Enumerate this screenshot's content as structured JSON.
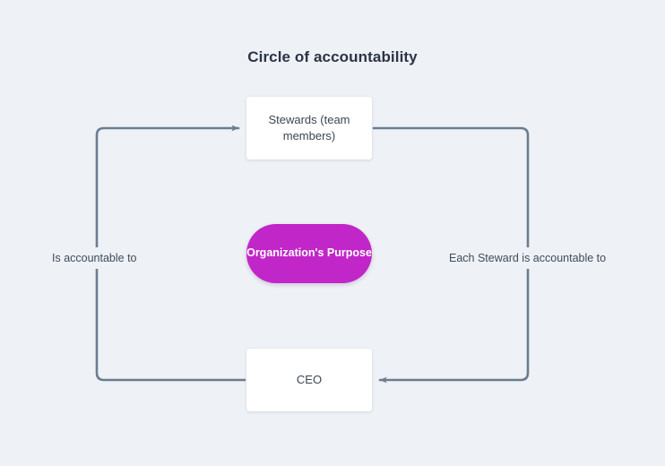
{
  "diagram": {
    "title": "Circle of accountability",
    "background_color": "#eef1f5",
    "title_color": "#2b3445",
    "connector_color": "#6b7d8f",
    "nodes": {
      "top": {
        "label": "Stewards (team members)",
        "shape": "rectangle",
        "fill": "#ffffff",
        "text_color": "#3a4654"
      },
      "center": {
        "label": "Organization's Purpose",
        "shape": "pill",
        "fill": "#c126c8",
        "text_color": "#ffffff"
      },
      "bottom": {
        "label": "CEO",
        "shape": "rectangle",
        "fill": "#ffffff",
        "text_color": "#3a4654"
      }
    },
    "edges": [
      {
        "id": "left-edge",
        "label": "Is accountable to",
        "from": "CEO",
        "to": "Stewards (team members)",
        "direction": "up"
      },
      {
        "id": "right-edge",
        "label": "Each Steward is accountable to",
        "from": "Stewards (team members)",
        "to": "CEO",
        "direction": "down"
      }
    ]
  }
}
